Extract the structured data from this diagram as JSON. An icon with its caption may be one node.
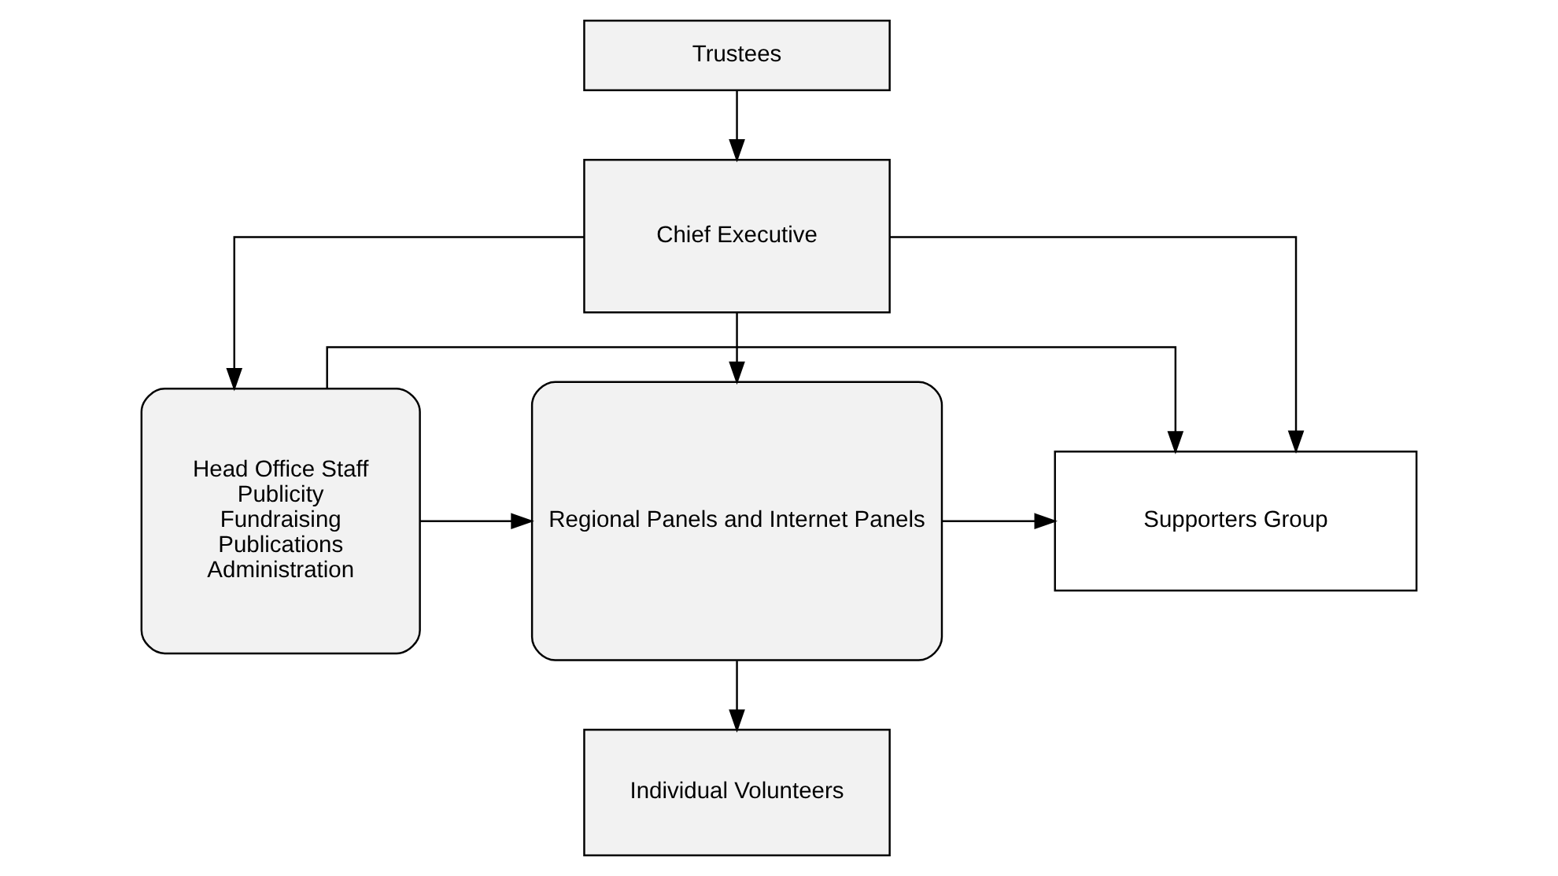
{
  "diagram": {
    "nodes": [
      {
        "text": [
          "Trustees"
        ]
      },
      {
        "text": [
          "Chief Executive"
        ]
      },
      {
        "text": [
          "Head Office Staff",
          "Publicity",
          "Fundraising",
          "Publications",
          "Administration"
        ]
      },
      {
        "text": [
          "Regional Panels and Internet Panels"
        ]
      },
      {
        "text": [
          "Supporters Group"
        ]
      },
      {
        "text": [
          "Individual Volunteers"
        ]
      }
    ],
    "edges": [
      {
        "from": 0,
        "to": 1,
        "arrow": "to"
      },
      {
        "from": 1,
        "to": 2,
        "arrow": "to"
      },
      {
        "from": 1,
        "to": 3,
        "arrow": "to"
      },
      {
        "from": 1,
        "to": 4,
        "arrow": "to"
      },
      {
        "from": 2,
        "to": 3,
        "arrow": "to"
      },
      {
        "from": 3,
        "to": 4,
        "arrow": "to"
      },
      {
        "from": 3,
        "to": 5,
        "arrow": "to"
      },
      {
        "from": 2,
        "to": 4,
        "arrow": "to"
      }
    ]
  }
}
